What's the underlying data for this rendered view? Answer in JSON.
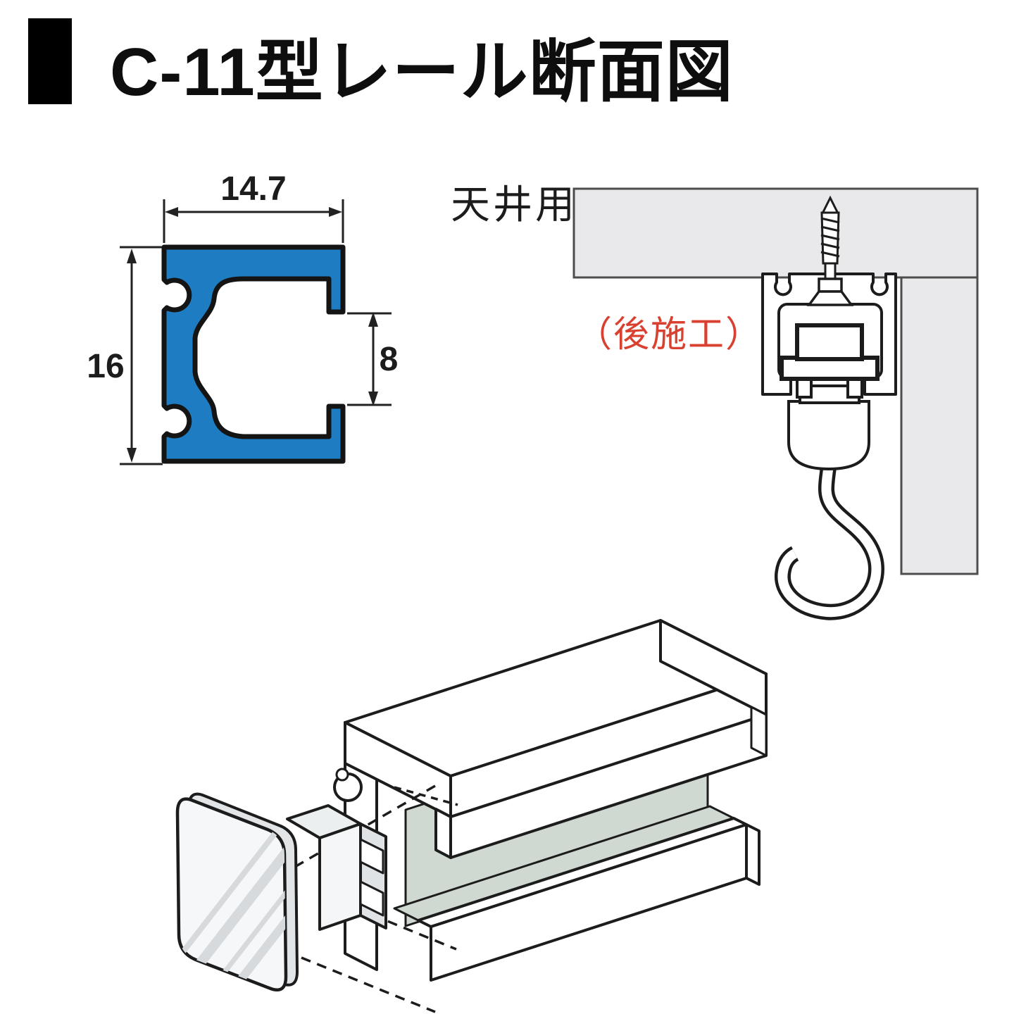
{
  "page": {
    "title_text": "C-11型レール断面図"
  },
  "cross_section": {
    "width_mm": "14.7",
    "height_mm": "16",
    "opening_mm": "8",
    "rail_color": "#1e7dc2"
  },
  "ceiling_diagram": {
    "location_label": "天井用",
    "install_note": "（後施工）",
    "note_color": "#d8412f"
  },
  "colors": {
    "line": "#1c1c1c",
    "concrete_gray": "#e9e9eb",
    "interior_green": "#cfd9d1",
    "cap_shine": "#d6dadd"
  }
}
